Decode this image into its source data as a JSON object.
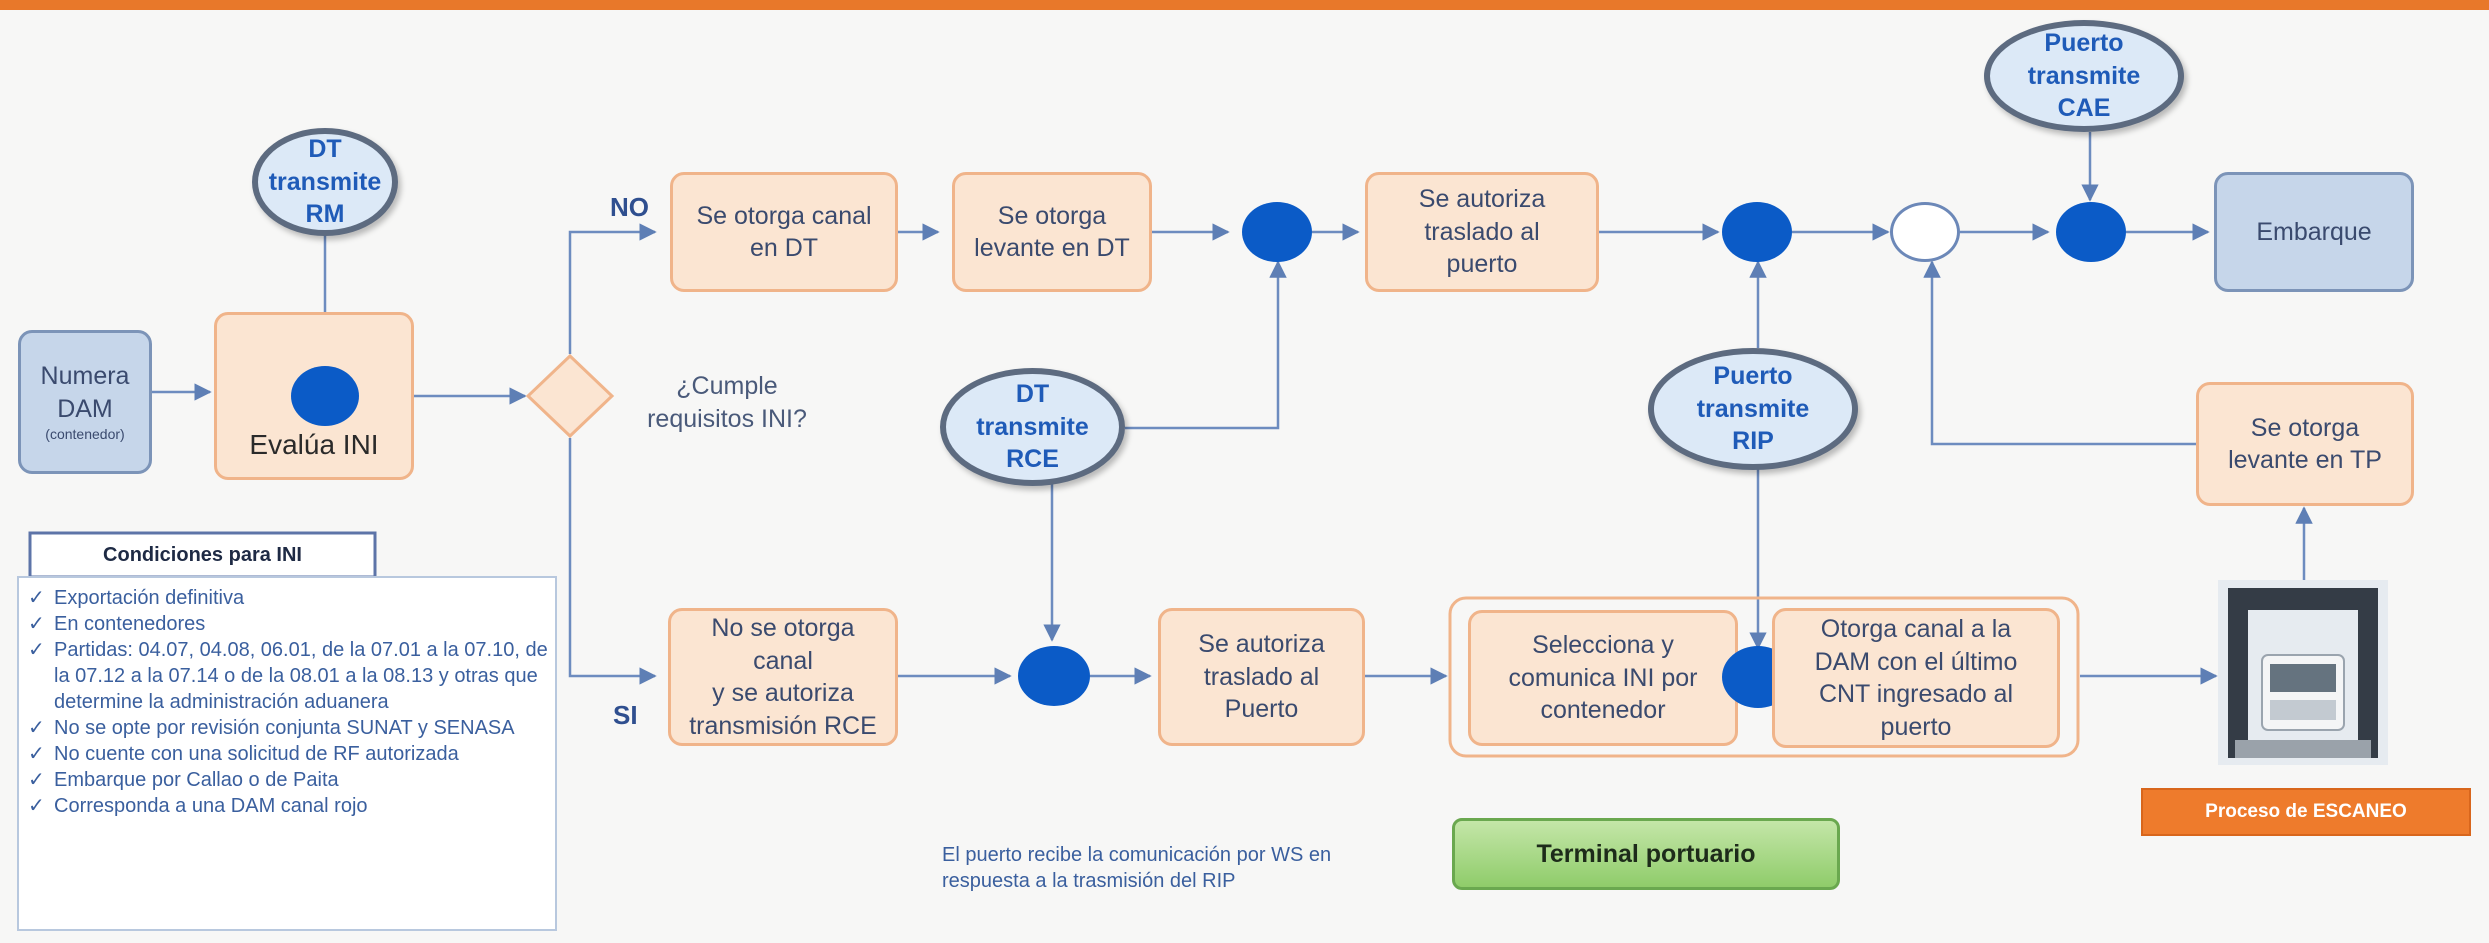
{
  "nodes": {
    "numera": {
      "line1": "Numera",
      "line2": "DAM",
      "line3": "(contenedor)"
    },
    "evalua": "Evalúa INI",
    "dt_rm": {
      "line1": "DT",
      "line2": "transmite",
      "line3": "RM"
    },
    "cumple": {
      "line1": "¿Cumple",
      "line2": "requisitos INI?"
    },
    "label_no": "NO",
    "label_si": "SI",
    "canal_dt": {
      "line1": "Se otorga canal",
      "line2": "en  DT"
    },
    "levante_dt": {
      "line1": "Se otorga",
      "line2": "levante en DT"
    },
    "traslado_top": {
      "line1": "Se autoriza",
      "line2": "traslado al",
      "line3": "puerto"
    },
    "puerto_cae": {
      "line1": "Puerto",
      "line2": "transmite",
      "line3": "CAE"
    },
    "embarque": "Embarque",
    "dt_rce": {
      "line1": "DT",
      "line2": "transmite",
      "line3": "RCE"
    },
    "puerto_rip": {
      "line1": "Puerto",
      "line2": "transmite",
      "line3": "RIP"
    },
    "levante_tp": {
      "line1": "Se otorga",
      "line2": "levante en TP"
    },
    "no_canal": {
      "line1": "No se otorga canal",
      "line2": "y se autoriza",
      "line3": "transmisión RCE"
    },
    "traslado_bottom": {
      "line1": "Se autoriza",
      "line2": "traslado al",
      "line3": "Puerto"
    },
    "selecciona": {
      "line1": "Selecciona y",
      "line2": "comunica INI por",
      "line3": "contenedor"
    },
    "otorga_canal": {
      "line1": "Otorga canal a la",
      "line2": "DAM con el último",
      "line3": "CNT ingresado al",
      "line4": "puerto"
    }
  },
  "conditions": {
    "title": "Condiciones para INI",
    "items": [
      "Exportación definitiva",
      "En contenedores",
      "Partidas: 04.07, 04.08, 06.01, de la 07.01 a la 07.10, de la 07.12 a la 07.14 o de la 08.01 a la 08.13 y otras que determine la administración aduanera",
      "No se opte por revisión conjunta SUNAT y SENASA",
      "No cuente con una solicitud de RF autorizada",
      "Embarque por Callao o de Paita",
      "Corresponda a una DAM canal rojo"
    ]
  },
  "ws_note": {
    "line1": "El puerto recibe la comunicación por WS en",
    "line2": "respuesta a la trasmisión del RIP"
  },
  "terminal": "Terminal portuario",
  "escaneo": "Proceso de ESCANEO",
  "colors": {
    "accent_bar": "#e8782a",
    "dot": "#0b5bc7",
    "process_fill": "#fbe5d2",
    "terminal_green": "#9ed27a"
  },
  "icons": {
    "truck": "scanner-truck-icon",
    "check": "check-mark-icon"
  }
}
